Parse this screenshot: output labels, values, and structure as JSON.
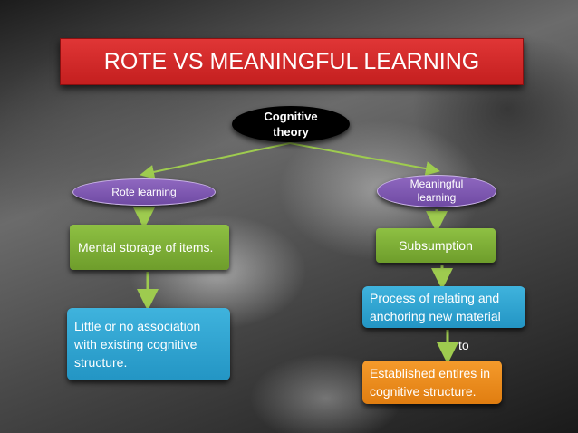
{
  "title": "ROTE VS MEANINGFUL LEARNING",
  "root": {
    "line1": "Cognitive",
    "line2": "theory"
  },
  "left": {
    "node": "Rote learning",
    "step1": "Mental storage of items.",
    "step2": [
      "Little or no association",
      "with existing cognitive",
      "structure."
    ]
  },
  "right": {
    "node": [
      "Meaningful",
      "learning"
    ],
    "step1": "Subsumption",
    "step2": [
      "Process of relating and",
      "anchoring new material"
    ],
    "connector_label": "to",
    "step3": [
      "Established entires in",
      "cognitive structure."
    ]
  },
  "colors": {
    "title": "#d42a2a",
    "root": "#000000",
    "node": "#7b56ad",
    "green": "#7fae37",
    "blue": "#2ea5d3",
    "orange": "#ee8c1c",
    "arrow": "#9ecb4f"
  }
}
